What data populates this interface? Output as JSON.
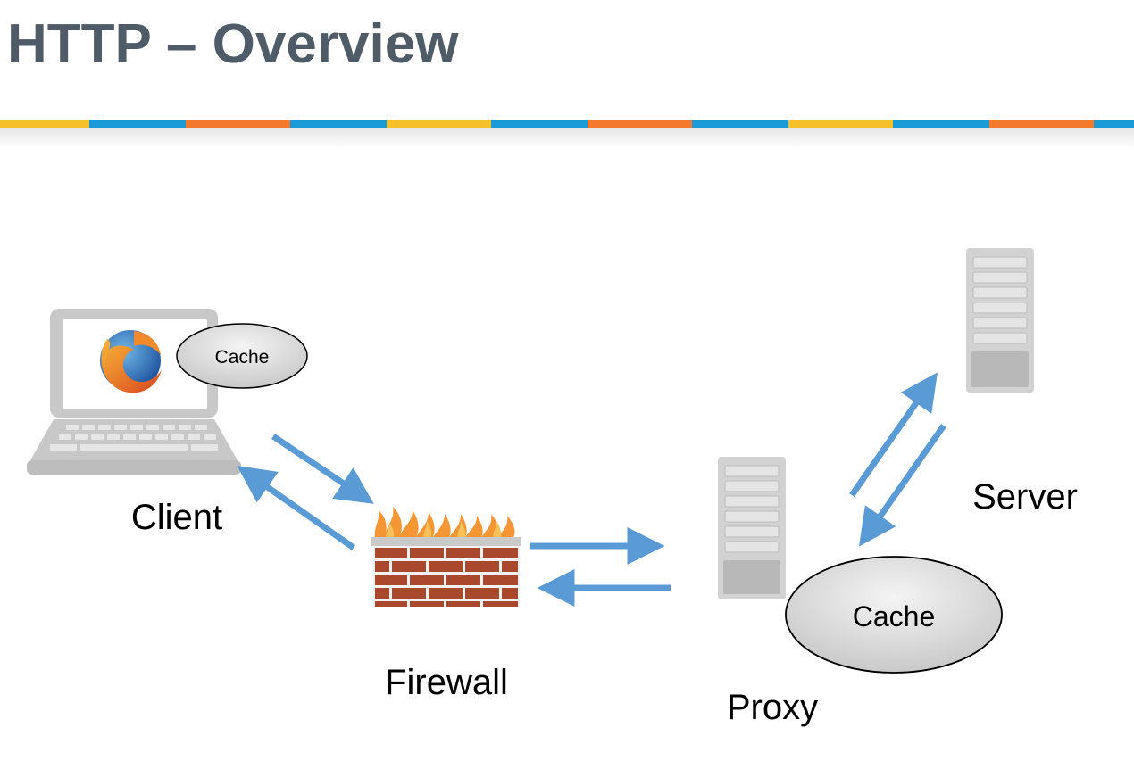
{
  "slide": {
    "title": "HTTP – Overview"
  },
  "nodes": {
    "client": {
      "label": "Client",
      "cache_label": "Cache"
    },
    "firewall": {
      "label": "Firewall"
    },
    "proxy": {
      "label": "Proxy",
      "cache_label": "Cache"
    },
    "server": {
      "label": "Server"
    }
  },
  "colors": {
    "title": "#4f5b66",
    "stripe_yellow": "#f5c02a",
    "stripe_blue": "#1a9bd7",
    "stripe_orange": "#f37a2c",
    "arrow": "#5b9bd5",
    "device_gray": "#c8c8c8",
    "brick": "#a9482c",
    "flame": "#f39633"
  },
  "icons": {
    "client_device": "laptop-icon",
    "browser": "firefox-icon",
    "firewall": "firewall-icon",
    "proxy_device": "server-tower-icon",
    "server_device": "server-tower-icon"
  }
}
